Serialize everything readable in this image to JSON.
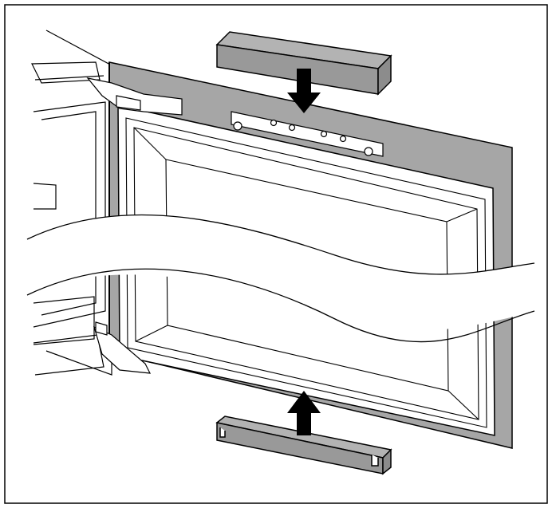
{
  "colors": {
    "panel": "#a6a6a6",
    "panel_dark": "#8c8c8c",
    "trim_top": "#b3b3b3",
    "trim_front": "#999999",
    "line": "#000000",
    "background": "#ffffff",
    "arrow": "#000000"
  },
  "arrows": [
    {
      "name": "arrow-down",
      "direction": "down"
    },
    {
      "name": "arrow-up",
      "direction": "up"
    }
  ]
}
